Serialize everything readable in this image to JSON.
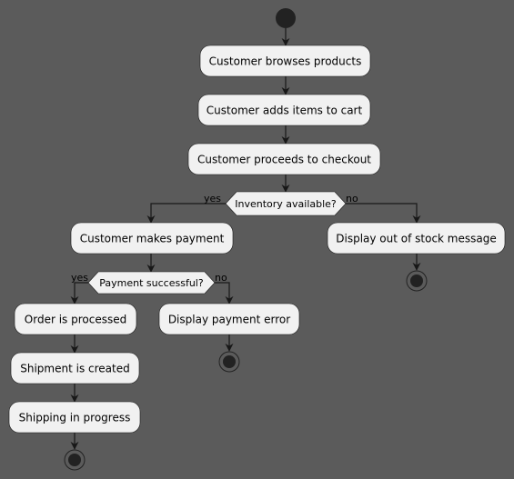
{
  "diagram": {
    "actions": {
      "browse": "Customer browses products",
      "add_to_cart": "Customer adds items to cart",
      "checkout": "Customer proceeds to checkout",
      "make_payment": "Customer makes payment",
      "out_of_stock": "Display out of stock message",
      "order_processed": "Order is processed",
      "payment_error": "Display payment error",
      "shipment_created": "Shipment is created",
      "shipping_progress": "Shipping in progress"
    },
    "decisions": {
      "inventory": "Inventory available?",
      "payment": "Payment successful?"
    },
    "branches": {
      "inventory_yes": "yes",
      "inventory_no": "no",
      "payment_yes": "yes",
      "payment_no": "no"
    },
    "colors": {
      "background": "#5b5b5b",
      "node_fill": "#f1f1f1",
      "stroke": "#181818",
      "terminal": "#222222"
    }
  }
}
